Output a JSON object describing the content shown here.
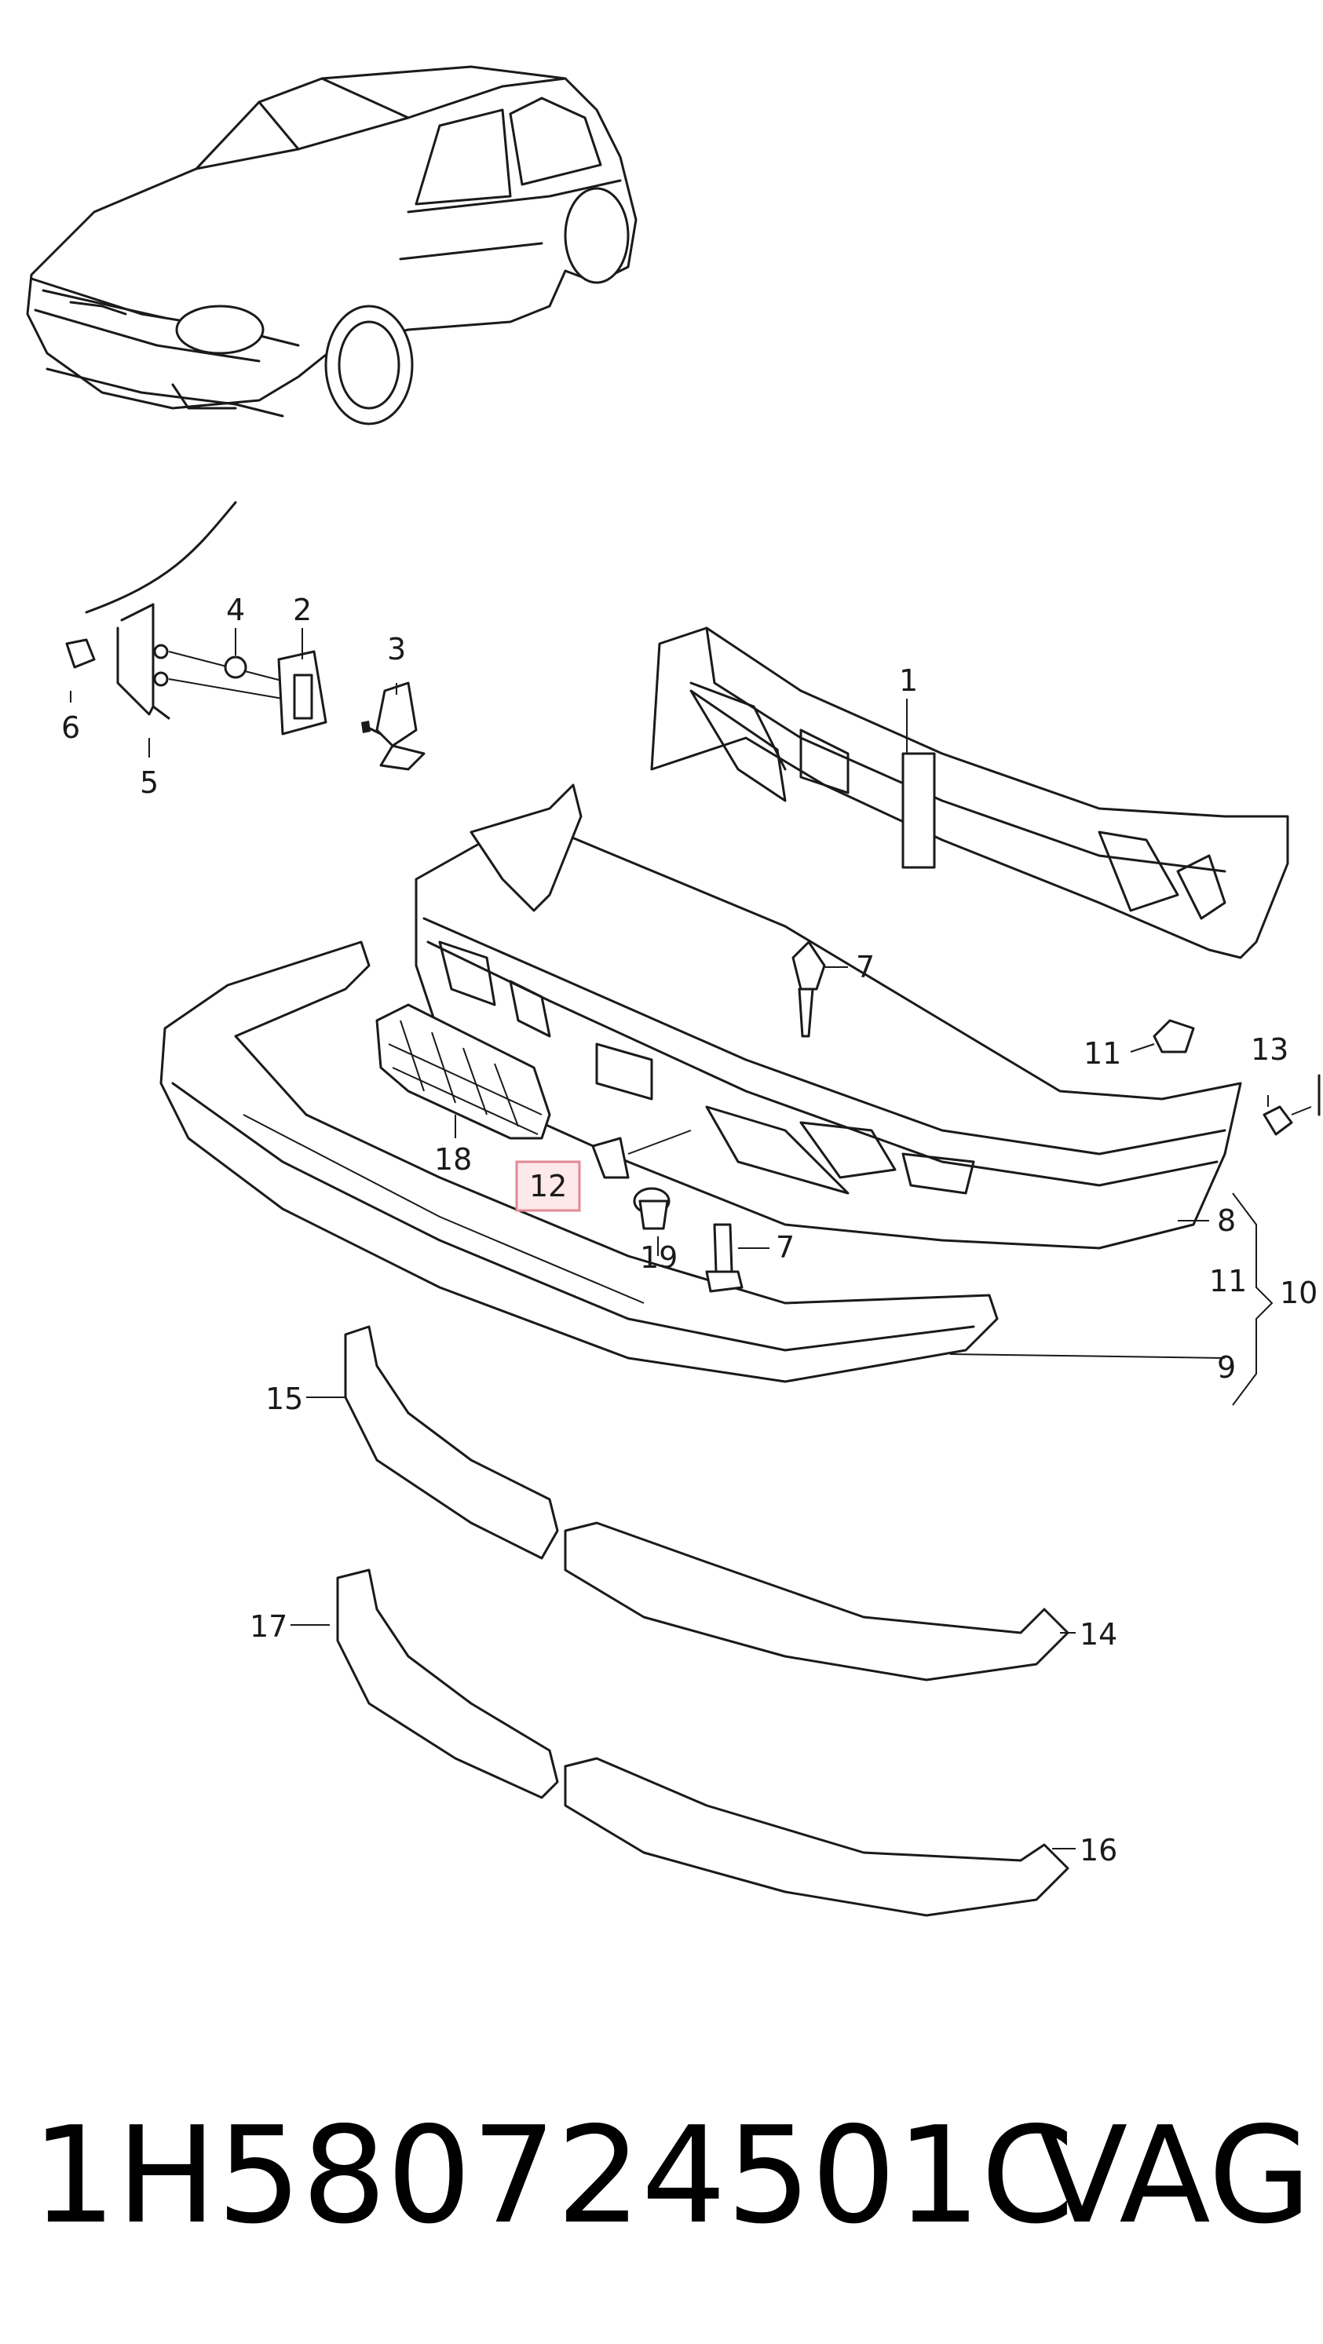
{
  "callouts": {
    "c1": "1",
    "c2": "2",
    "c3": "3",
    "c4": "4",
    "c5": "5",
    "c6": "6",
    "c7a": "7",
    "c7b": "7",
    "c8": "8",
    "c9": "9",
    "c10": "10",
    "c11a": "11",
    "c11b": "11",
    "c12": "12",
    "c13": "13",
    "c14": "14",
    "c15": "15",
    "c16": "16",
    "c17": "17",
    "c18": "18",
    "c19": "19"
  },
  "highlighted_callout": "12",
  "highlight_color": "#fde8ea",
  "part_number": "1H580724501C",
  "brand": "VAG"
}
